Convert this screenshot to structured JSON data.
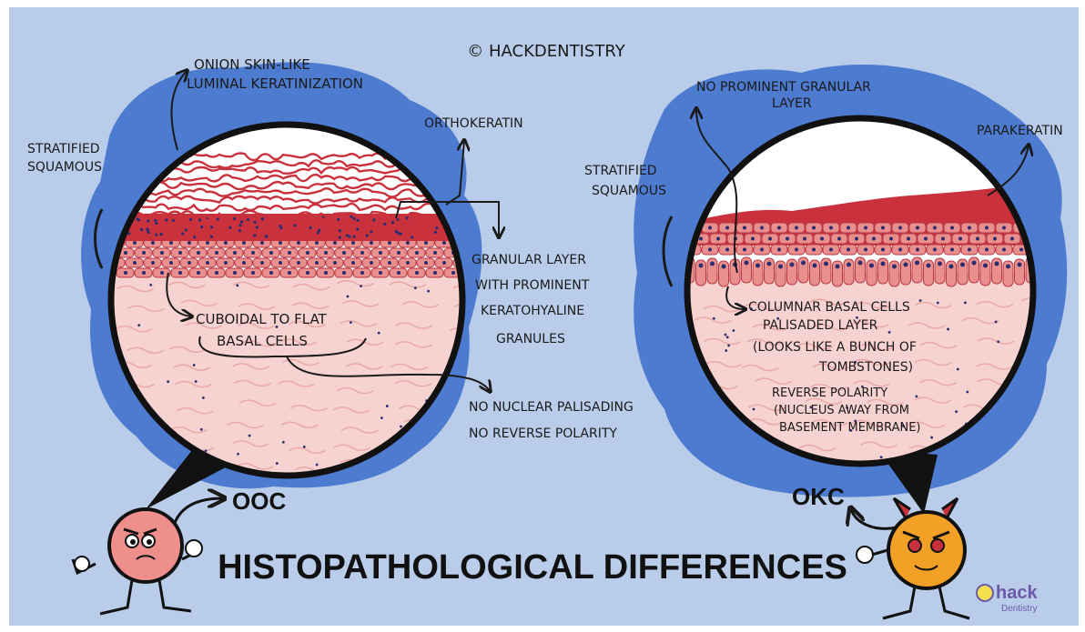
{
  "copyright": "© HACKDENTISTRY",
  "title": "HISTOPATHOLOGICAL DIFFERENCES",
  "ooc": {
    "name": "OOC",
    "labels": {
      "onion_1": "ONION SKIN-LIKE",
      "onion_2": "LUMINAL KERATINIZATION",
      "orthokeratin": "ORTHOKERATIN",
      "strat_1": "STRATIFIED",
      "strat_2": "SQUAMOUS",
      "granular_1": "GRANULAR LAYER",
      "granular_2": "WITH PROMINENT",
      "granular_3": "KERATOHYALINE",
      "granular_4": "GRANULES",
      "basal_1": "CUBOIDAL TO FLAT",
      "basal_2": "BASAL CELLS",
      "nopal_1": "NO NUCLEAR PALISADING",
      "nopal_2": "NO REVERSE POLARITY"
    }
  },
  "okc": {
    "name": "OKC",
    "labels": {
      "nogran_1": "NO PROMINENT GRANULAR",
      "nogran_2": "LAYER",
      "parakeratin": "PARAKERATIN",
      "strat_1": "STRATIFIED",
      "strat_2": "SQUAMOUS",
      "col_1": "COLUMNAR BASAL CELLS",
      "col_2": "PALISADED LAYER",
      "col_3": "(LOOKS LIKE A BUNCH OF",
      "col_4": "TOMBSTONES)",
      "rev_1": "REVERSE POLARITY",
      "rev_2": "(NUCLEUS AWAY FROM",
      "rev_3": "BASEMENT MEMBRANE)"
    }
  },
  "logo": {
    "line1": "hack",
    "line2": "Dentistry"
  },
  "colors": {
    "background": "#b9cdea",
    "bubble": "#4d7bcf",
    "keratin": "#c9323d",
    "cell": "#e9908e",
    "nucleus": "#2b2d6e",
    "connective": "#f6d2d0",
    "ooc_char": "#ee8f8c",
    "okc_char": "#f2a126"
  }
}
